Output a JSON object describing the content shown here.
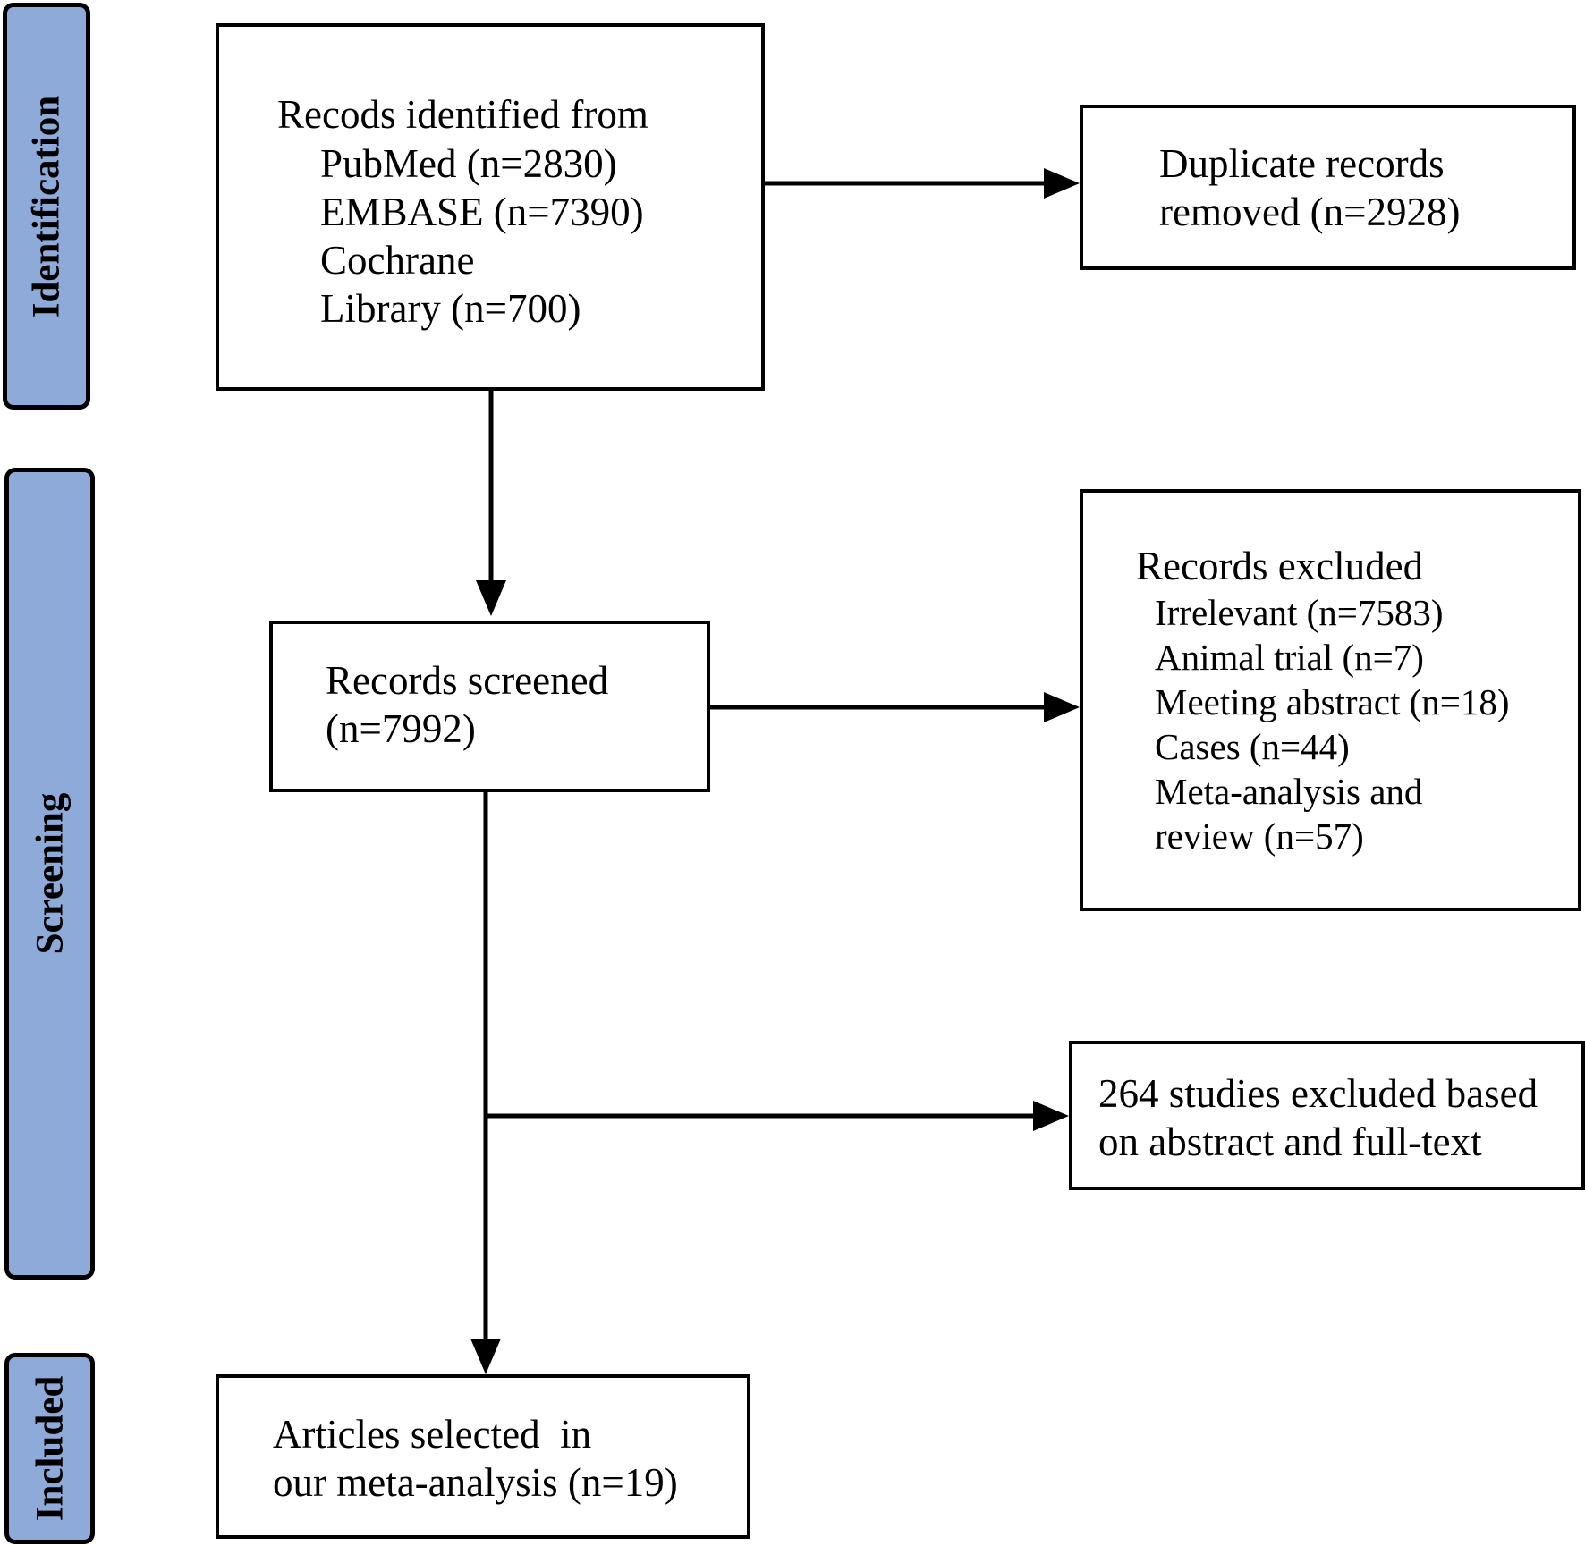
{
  "stages": {
    "identification": "Identification",
    "screening": "Screening",
    "included": "Included"
  },
  "boxes": {
    "identified": {
      "heading": "Recods identified from",
      "lines": [
        "PubMed (n=2830)",
        "EMBASE (n=7390)",
        "Cochrane",
        "Library (n=700)"
      ]
    },
    "duplicates": {
      "lines": [
        "Duplicate records",
        "removed (n=2928)"
      ]
    },
    "screened": {
      "lines": [
        "Records screened",
        "(n=7992)"
      ]
    },
    "excluded": {
      "heading": "Records excluded",
      "lines": [
        "Irrelevant (n=7583)",
        "Animal trial (n=7)",
        "Meeting abstract (n=18)",
        "Cases (n=44)",
        "Meta-analysis and",
        "review (n=57)"
      ]
    },
    "fulltext_excluded": {
      "lines": [
        "264 studies excluded based",
        "on abstract and full-text"
      ]
    },
    "included": {
      "lines": [
        "Articles selected  in",
        "our meta-analysis (n=19)"
      ]
    }
  },
  "colors": {
    "stage_fill": "#8eaad8",
    "stroke": "#000000"
  }
}
